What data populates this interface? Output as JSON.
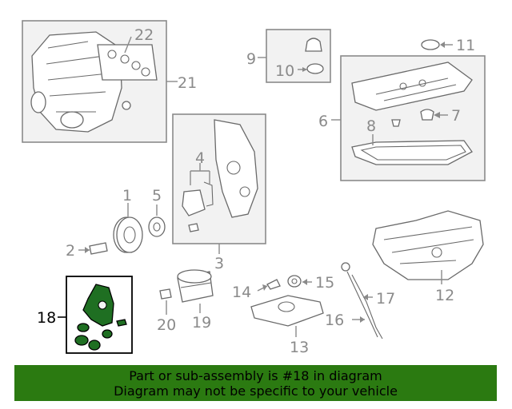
{
  "callouts": {
    "c1": "1",
    "c2": "2",
    "c3": "3",
    "c4": "4",
    "c5": "5",
    "c6": "6",
    "c7": "7",
    "c8": "8",
    "c9": "9",
    "c10": "10",
    "c11": "11",
    "c12": "12",
    "c13": "13",
    "c14": "14",
    "c15": "15",
    "c16": "16",
    "c17": "17",
    "c18": "18",
    "c19": "19",
    "c20": "20",
    "c21": "21",
    "c22": "22"
  },
  "highlight_part": "18",
  "colors": {
    "highlight_fill": "#1f6f22",
    "banner_bg": "#2b7a11",
    "line_gray": "#8a8a8a"
  },
  "banner": {
    "line1": "Part or sub-assembly is #18 in diagram",
    "line2": "Diagram may not be specific to your vehicle"
  }
}
